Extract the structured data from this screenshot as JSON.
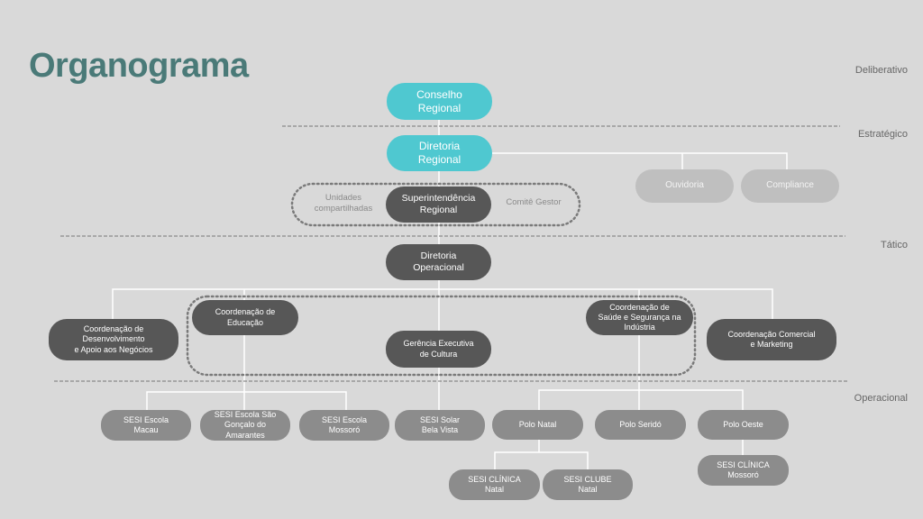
{
  "title": "Organograma",
  "levels": {
    "deliberativo": "Deliberativo",
    "estrategico": "Estratégico",
    "tatico": "Tático",
    "operacional": "Operacional"
  },
  "nodes": {
    "conselho_regional": "Conselho\nRegional",
    "diretoria_regional": "Diretoria\nRegional",
    "superintendencia_regional": "Superintendência\nRegional",
    "unidades_compartilhadas": "Unidades\ncompartilhadas",
    "comite_gestor": "Comitê Gestor",
    "ouvidoria": "Ouvidoria",
    "compliance": "Compliance",
    "diretoria_operacional": "Diretoria\nOperacional",
    "coord_desenvolvimento": "Coordenação de\nDesenvolvimento\ne Apoio aos Negócios",
    "coord_educacao": "Coordenação de\nEducação",
    "gerencia_cultura": "Gerência Executiva\nde Cultura",
    "coord_saude": "Coordenação de\nSaúde e Segurança na\nIndústria",
    "coord_comercial": "Coordenação Comercial\ne Marketing",
    "sesi_macau": "SESI Escola\nMacau",
    "sesi_sao_goncalo": "SESI Escola São\nGonçalo do\nAmarantes",
    "sesi_mossoro": "SESI Escola\nMossoró",
    "sesi_solar": "SESI Solar\nBela Vista",
    "polo_natal": "Polo Natal",
    "polo_serido": "Polo Seridó",
    "polo_oeste": "Polo Oeste",
    "clinica_natal": "SESI CLÍNICA\nNatal",
    "clube_natal": "SESI CLUBE\nNatal",
    "clinica_mossoro": "SESI CLÍNICA\nMossoró"
  },
  "colors": {
    "teal": "#4fc8d0",
    "dark": "#575757",
    "mid": "#8c8c8c",
    "light": "#bfbfbf",
    "title": "#4a7a78",
    "background": "#d9d9d9"
  }
}
